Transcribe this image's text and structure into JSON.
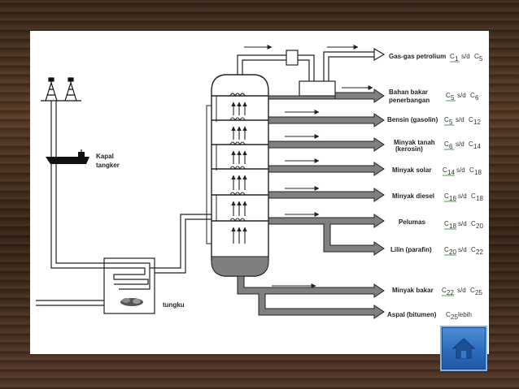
{
  "labels": {
    "kapal": "Kapal",
    "tangker": "tangker",
    "tungku": "tungku"
  },
  "products": [
    {
      "name": "Gas-gas petrolium",
      "from": "C",
      "from_sub": "1",
      "sep": "s/d",
      "to": "C",
      "to_sub": "5"
    },
    {
      "name": "Bahan bakar",
      "name2": "penerbangan",
      "from": "C",
      "from_sub": "5",
      "sep": "s/d",
      "to": "C",
      "to_sub": "6"
    },
    {
      "name": "Bensin (gasolin)",
      "from": "C",
      "from_sub": "5",
      "sep": "s/d",
      "to": "C",
      "to_sub": "12"
    },
    {
      "name": "Minyak tanah",
      "name2": "(kerosin)",
      "from": "C",
      "from_sub": "6",
      "sep": "s/d",
      "to": "C",
      "to_sub": "14"
    },
    {
      "name": "Minyak solar",
      "from": "C",
      "from_sub": "14",
      "sep": "s/d",
      "to": "C",
      "to_sub": "18"
    },
    {
      "name": "Minyak diesel",
      "from": "C",
      "from_sub": "16",
      "sep": "s/d",
      "to": "C",
      "to_sub": "18"
    },
    {
      "name": "Pelumas",
      "from": "C",
      "from_sub": "18",
      "sep": "s/d",
      "to": "C",
      "to_sub": "20"
    },
    {
      "name": "Lilin (parafin)",
      "from": "C",
      "from_sub": "20",
      "sep": "s/d",
      "to": "C",
      "to_sub": "22"
    },
    {
      "name": "Minyak bakar",
      "from": "C",
      "from_sub": "22",
      "sep": "s/d",
      "to": "C",
      "to_sub": "25"
    },
    {
      "name": "Aspal (bitumen)",
      "from": "C",
      "from_sub": "25",
      "sep": "lebih"
    }
  ],
  "icons": {
    "oil_rig": "oil-rig-icon",
    "ship": "tanker-ship-icon",
    "flame": "furnace-flame-icon",
    "home": "home-icon"
  },
  "colors": {
    "pipe_fill": "#7f7f7f",
    "residue": "#7f7f7f",
    "home_button": "#2f6fbf"
  }
}
